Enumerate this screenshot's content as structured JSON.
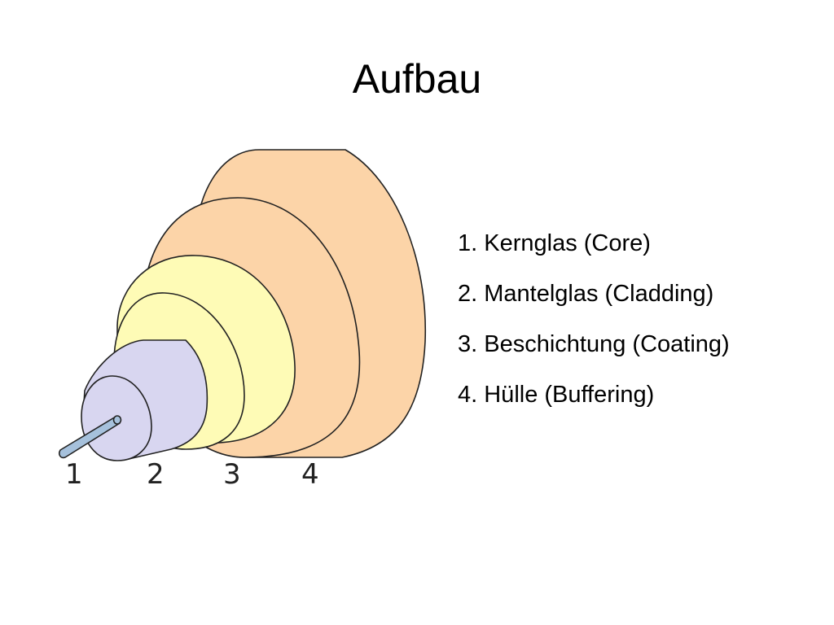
{
  "title": "Aufbau",
  "legend": [
    "1. Kernglas (Core)",
    "2. Mantelglas (Cladding)",
    "3. Beschichtung (Coating)",
    "4. Hülle (Buffering)"
  ],
  "diagram": {
    "layer_numbers": [
      "1",
      "2",
      "3",
      "4"
    ],
    "colors": {
      "layer_4_buffering": "#fcd4a8",
      "layer_3_coating": "#fefbb6",
      "layer_2_cladding": "#d8d6f0",
      "layer_1_core": "#a6c1dc",
      "outline": "#222222"
    }
  }
}
